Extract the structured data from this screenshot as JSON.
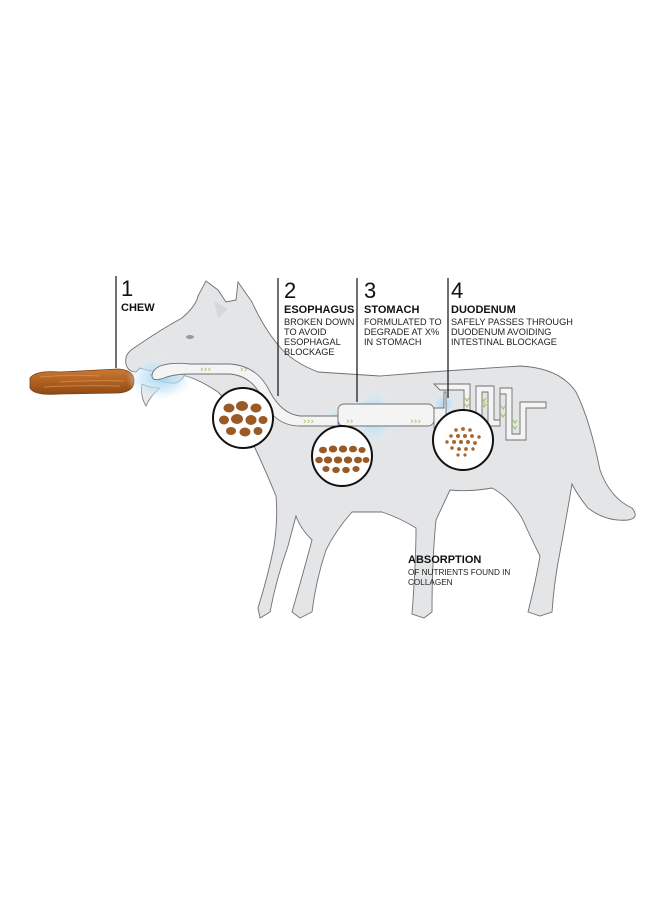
{
  "steps": [
    {
      "number": "1",
      "title": "CHEW",
      "description": []
    },
    {
      "number": "2",
      "title": "ESOPHAGUS",
      "description": [
        "BROKEN DOWN",
        "TO AVOID",
        "ESOPHAGAL",
        "BLOCKAGE"
      ]
    },
    {
      "number": "3",
      "title": "STOMACH",
      "description": [
        "FORMULATED TO",
        "DEGRADE AT X%",
        "IN STOMACH"
      ]
    },
    {
      "number": "4",
      "title": "DUODENUM",
      "description": [
        "SAFELY PASSES THROUGH",
        "DUODENUM AVOIDING",
        "INTESTINAL BLOCKAGE"
      ]
    }
  ],
  "absorption": {
    "title": "ABSORPTION",
    "description": [
      "OF NUTRIENTS FOUND  IN",
      "COLLAGEN"
    ]
  },
  "colors": {
    "dog_body": "#e4e5e7",
    "dog_outline": "#6f7072",
    "tract": "#f4f4f4",
    "glow": "#bfe3f5",
    "chew_stick": "#b5651d",
    "chew_pieces": "#9a5a26",
    "chevrons": "#a6c96a",
    "leader_lines": "#111111"
  },
  "icons": [
    "chew-stick-icon",
    "dog-silhouette-icon",
    "chevron-right-icon",
    "chevron-down-icon"
  ]
}
